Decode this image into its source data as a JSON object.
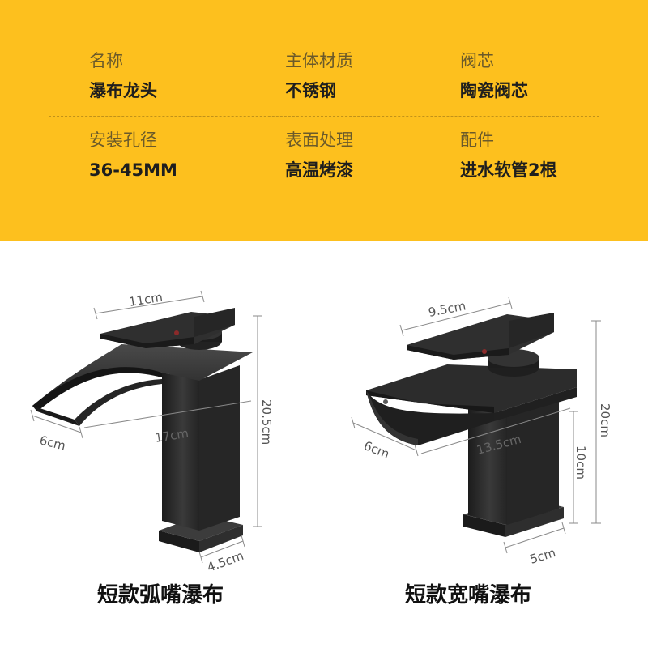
{
  "colors": {
    "banner": "#fdc01e",
    "product": "#2a2a2a",
    "dimension_line": "#888888"
  },
  "specs": {
    "rows": [
      [
        {
          "label": "名称",
          "value": "瀑布龙头"
        },
        {
          "label": "主体材质",
          "value": "不锈钢"
        },
        {
          "label": "阀芯",
          "value": "陶瓷阀芯"
        }
      ],
      [
        {
          "label": "安装孔径",
          "value": "36-45MM"
        },
        {
          "label": "表面处理",
          "value": "高温烤漆"
        },
        {
          "label": "配件",
          "value": "进水软管2根"
        }
      ]
    ]
  },
  "products": [
    {
      "caption": "短款弧嘴瀑布",
      "dimensions": {
        "handle": "11cm",
        "spout": "17cm",
        "height": "20.5cm",
        "spout_width": "6cm",
        "base": "4.5cm"
      }
    },
    {
      "caption": "短款宽嘴瀑布",
      "dimensions": {
        "handle": "9.5cm",
        "spout": "13.5cm",
        "height": "20cm",
        "body": "10cm",
        "spout_width": "6cm",
        "base": "5cm"
      }
    }
  ]
}
